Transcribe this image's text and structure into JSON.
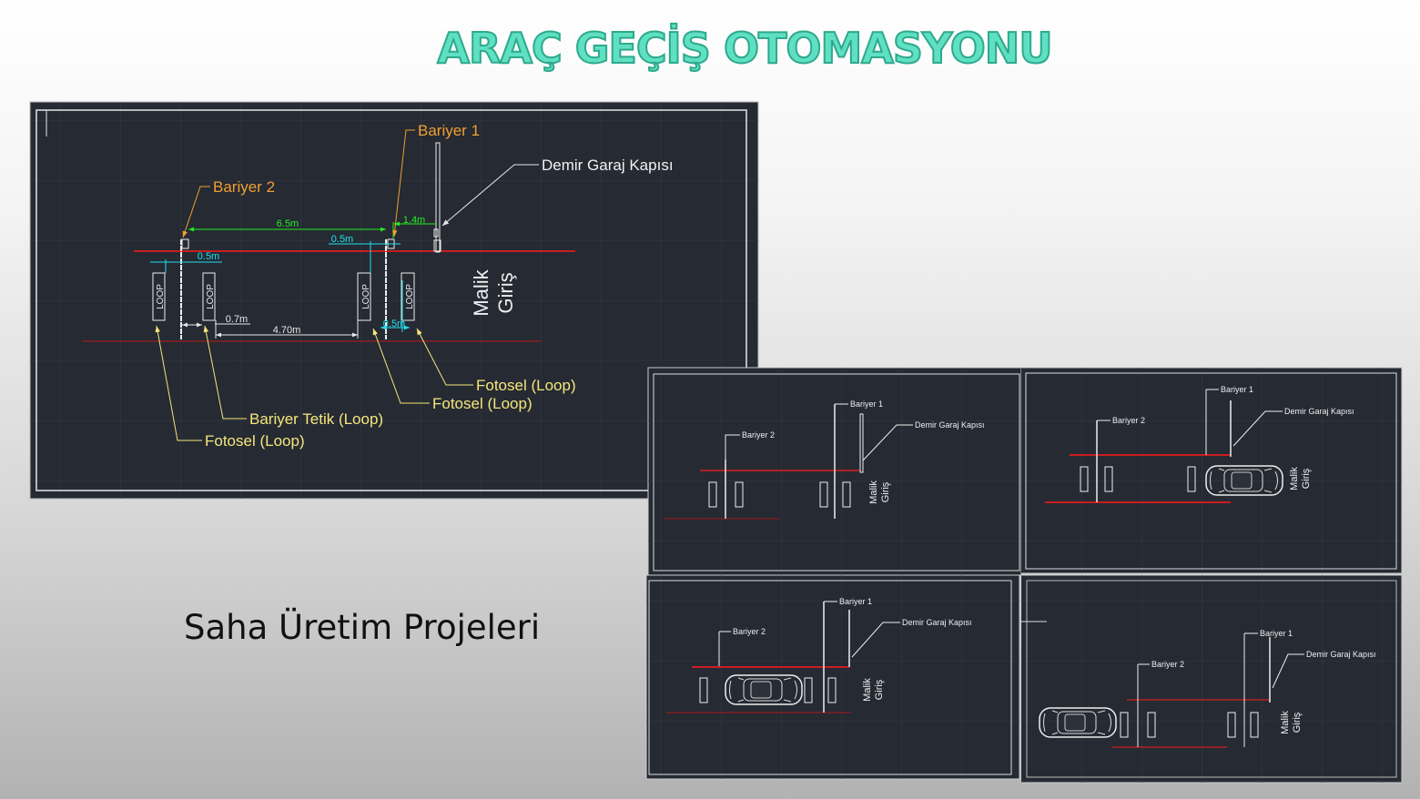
{
  "slide": {
    "title": "ARAÇ GEÇİŞ OTOMASYONU",
    "subtitle": "Saha Üretim Projeleri"
  },
  "colors": {
    "cad_background": "#252a33",
    "barrier_label": "#f0a030",
    "loop_label": "#f5e67a",
    "dimension_green": "#22ee22",
    "dimension_cyan": "#22e0f0",
    "line_red": "#ff1a1a"
  },
  "main_drawing": {
    "barrier1": "Bariyer 1",
    "barrier2": "Bariyer 2",
    "gate": "Demir Garaj Kapısı",
    "loop": "LOOP",
    "entrance_line1": "Malik",
    "entrance_line2": "Giriş",
    "dimensions": {
      "barrier_distance": "6.5m",
      "gate_distance": "1.4m",
      "offset_b1": "0.5m",
      "offset_b2": "0.5m",
      "loop_gap": "0.7m",
      "loop_span": "4.70m",
      "offset_loop": "0.5m"
    },
    "callouts": {
      "photocell_right": "Fotosel (Loop)",
      "photocell_mid": "Fotosel (Loop)",
      "barrier_trigger": "Bariyer Tetik (Loop)",
      "photocell_left": "Fotosel (Loop)"
    }
  },
  "panels": [
    {
      "barrier1": "Bariyer 1",
      "barrier2": "Bariyer 2",
      "gate": "Demir Garaj Kapısı",
      "entrance_line1": "Malik",
      "entrance_line2": "Giriş"
    },
    {
      "barrier1": "Bariyer 1",
      "barrier2": "Bariyer 2",
      "gate": "Demir Garaj Kapısı",
      "entrance_line1": "Malik",
      "entrance_line2": "Giriş"
    },
    {
      "barrier1": "Bariyer 1",
      "barrier2": "Bariyer 2",
      "gate": "Demir Garaj Kapısı",
      "entrance_line1": "Malik",
      "entrance_line2": "Giriş"
    },
    {
      "barrier1": "Bariyer 1",
      "barrier2": "Bariyer 2",
      "gate": "Demir Garaj Kapısı",
      "entrance_line1": "Malik",
      "entrance_line2": "Giriş"
    }
  ]
}
